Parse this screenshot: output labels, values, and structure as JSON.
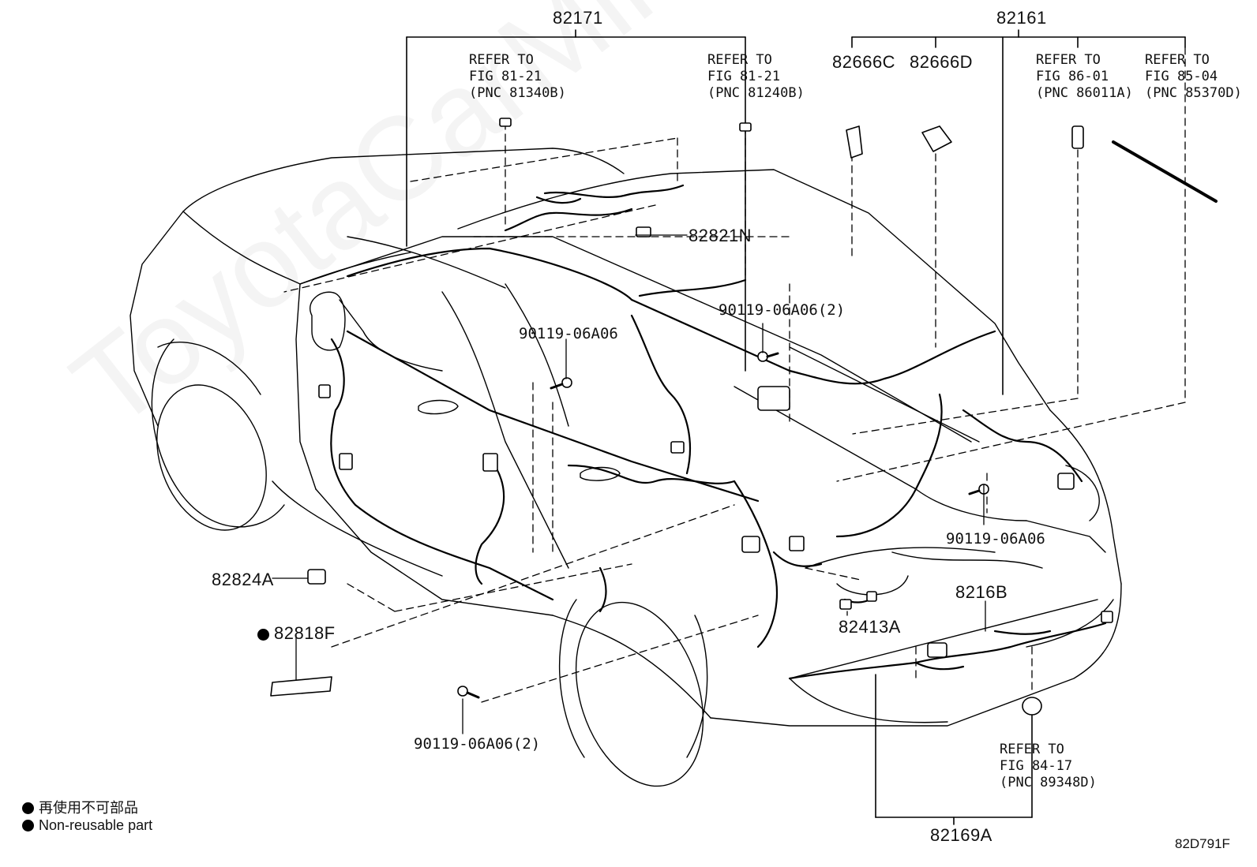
{
  "watermark": "ToyotaCarMine.ru",
  "callouts": {
    "p82171": "82171",
    "p82161": "82161",
    "p82666C": "82666C",
    "p82666D": "82666D",
    "p82821N": "82821N",
    "p90119_a": "90119-06A06",
    "p90119_b": "90119-06A06(2)",
    "p90119_c": "90119-06A06",
    "p90119_d": "90119-06A06(2)",
    "p82824A": "82824A",
    "p82818F": "82818F",
    "p82413A": "82413A",
    "p8216B": "8216B",
    "p82169A": "82169A"
  },
  "refs": [
    {
      "line1": "REFER TO",
      "line2": "FIG 81-21",
      "line3": "(PNC 81340B)"
    },
    {
      "line1": "REFER TO",
      "line2": "FIG 81-21",
      "line3": "(PNC 81240B)"
    },
    {
      "line1": "REFER TO",
      "line2": "FIG 86-01",
      "line3": "(PNC 86011A)"
    },
    {
      "line1": "REFER TO",
      "line2": "FIG 85-04",
      "line3": "(PNC 85370D)"
    },
    {
      "line1": "REFER TO",
      "line2": "FIG 84-17",
      "line3": "(PNC 89348D)"
    }
  ],
  "legend": {
    "jp": "再使用不可部品",
    "en": "Non-reusable part"
  },
  "diagram_code": "82D791F"
}
